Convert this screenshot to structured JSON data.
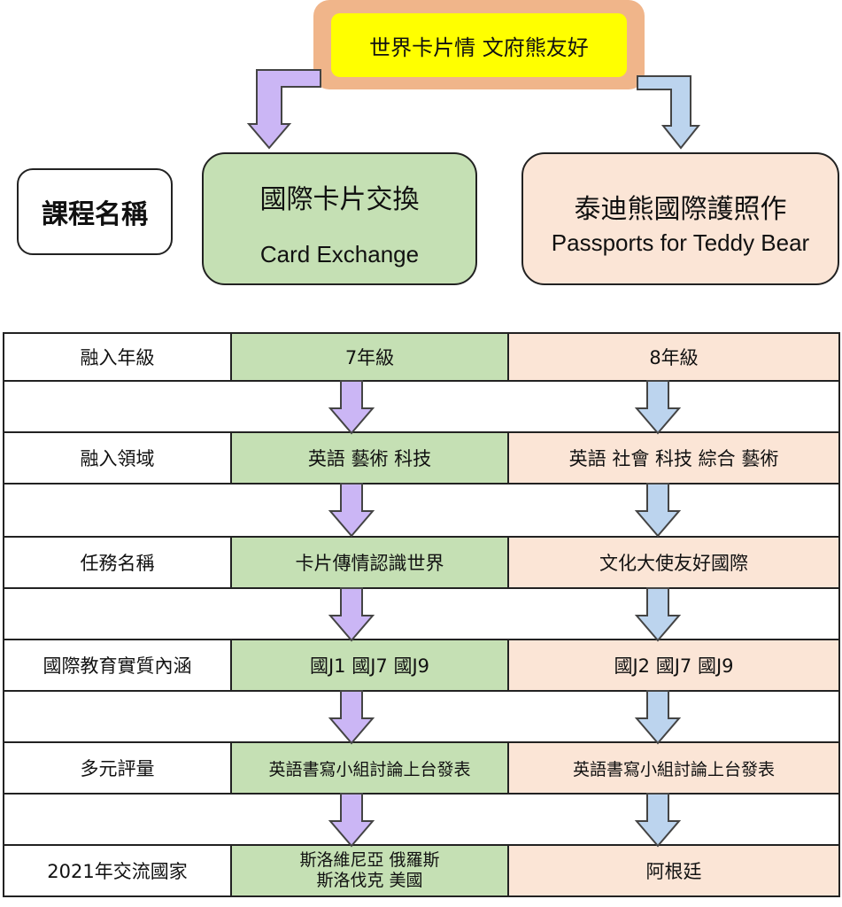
{
  "title": "世界卡片情 文府熊友好",
  "course_label": "課程名稱",
  "courses": [
    {
      "zh": "國際卡片交換",
      "en": "Card Exchange",
      "color": "#c5e0b4"
    },
    {
      "zh": "泰迪熊國際護照作",
      "en": "Passports for Teddy Bear",
      "color": "#fbe5d6"
    }
  ],
  "rows": [
    {
      "label": "融入年級",
      "green": "7年級",
      "peach": "8年級"
    },
    {
      "label": "融入領域",
      "green": "英語 藝術 科技",
      "peach": "英語 社會 科技 綜合 藝術"
    },
    {
      "label": "任務名稱",
      "green": "卡片傳情認識世界",
      "peach": "文化大使友好國際"
    },
    {
      "label": "國際教育實質內涵",
      "green": "國J1 國J7 國J9",
      "peach": "國J2 國J7 國J9"
    },
    {
      "label": "多元評量",
      "green": "英語書寫小組討論上台發表",
      "peach": "英語書寫小組討論上台發表"
    },
    {
      "label": "2021年交流國家",
      "green_line1": "斯洛維尼亞 俄羅斯",
      "green_line2": "斯洛伐克 美國",
      "peach": "阿根廷"
    }
  ],
  "colors": {
    "title_frame": "#f0b58a",
    "title_fill": "#ffff00",
    "green": "#c5e0b4",
    "peach": "#fbe5d6",
    "purple_arrow": "#cbb6f5",
    "blue_arrow": "#bcd4ee"
  }
}
